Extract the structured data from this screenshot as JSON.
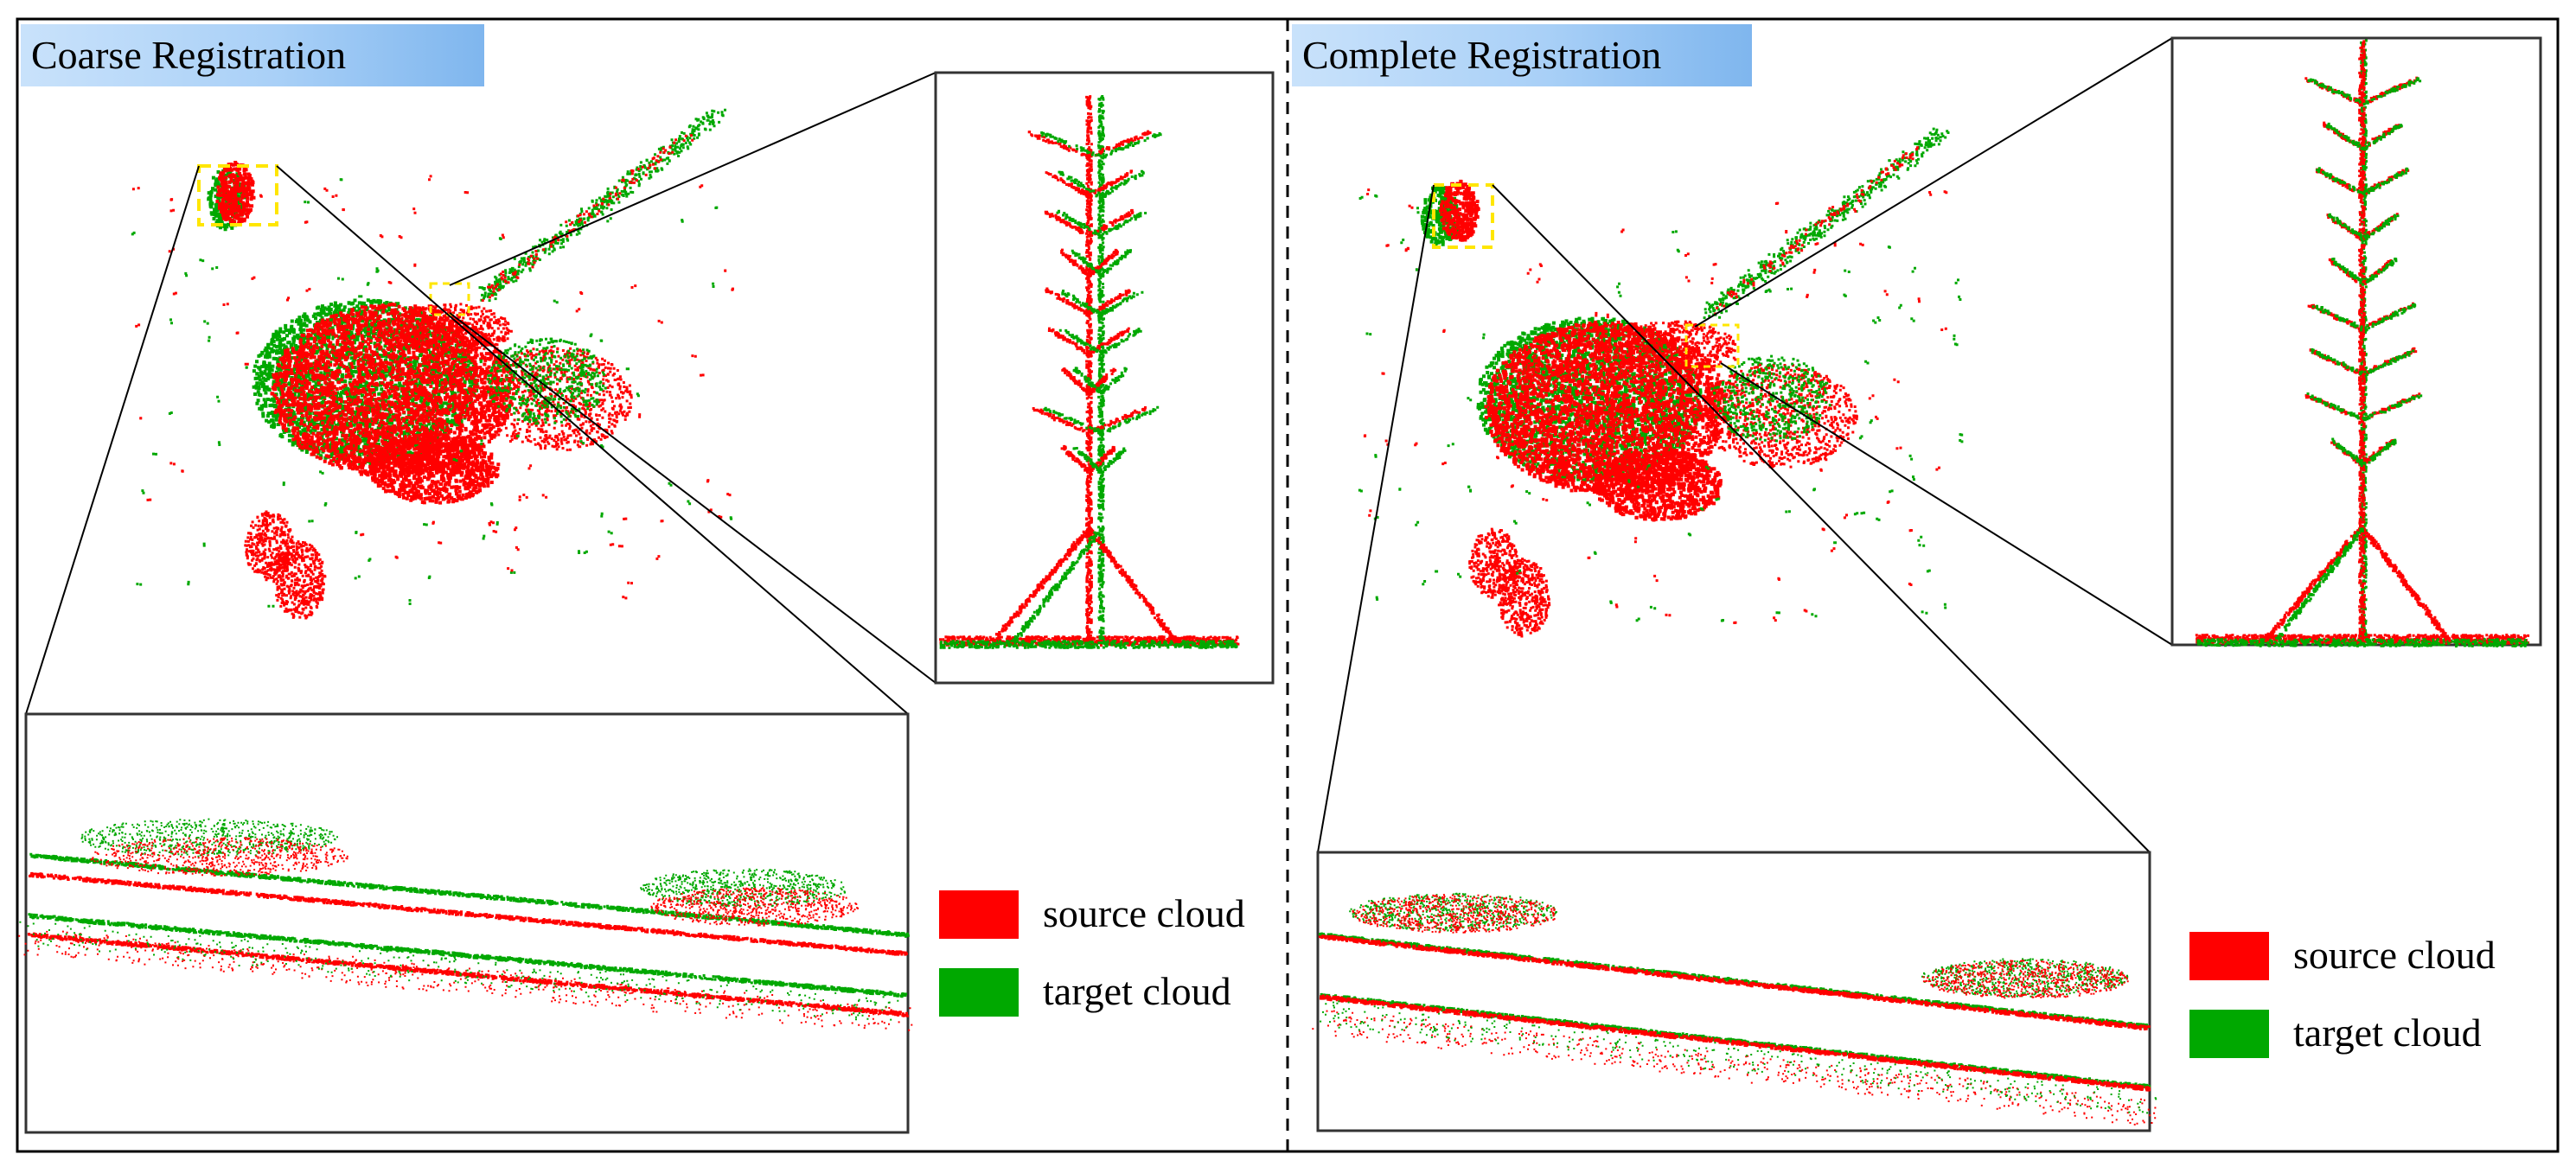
{
  "panels": [
    {
      "title": "Coarse Registration"
    },
    {
      "title": "Complete Registration"
    }
  ],
  "legend": [
    {
      "label": "source cloud",
      "color": "#ff0000"
    },
    {
      "label": "target cloud",
      "color": "#00a800"
    }
  ],
  "colors": {
    "source": "#ff0000",
    "target": "#00a800",
    "highlight_box": "#ffe600",
    "divider": "#000000"
  }
}
